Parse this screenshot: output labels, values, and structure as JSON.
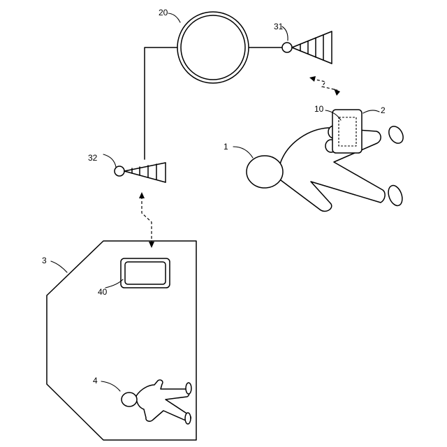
{
  "labels": {
    "user_1": "1",
    "terminal_2": "2",
    "facility_3": "3",
    "person_4": "4",
    "display_10": "10",
    "server_20": "20",
    "base_station_31": "31",
    "base_station_32": "32",
    "device_40": "40"
  }
}
